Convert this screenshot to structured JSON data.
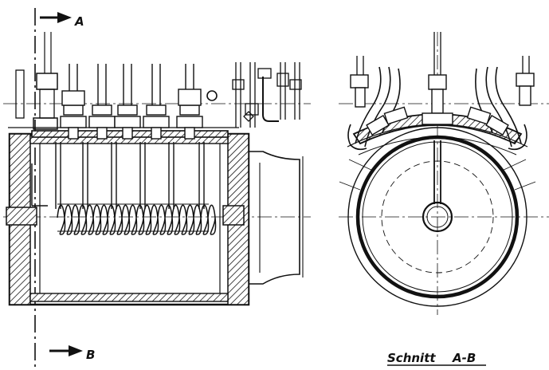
{
  "section_marks": {
    "top_label": "A",
    "bottom_label": "B"
  },
  "caption": {
    "word": "Schnitt",
    "section": "A-B"
  },
  "colors": {
    "ink": "#111111",
    "paper": "#ffffff"
  }
}
